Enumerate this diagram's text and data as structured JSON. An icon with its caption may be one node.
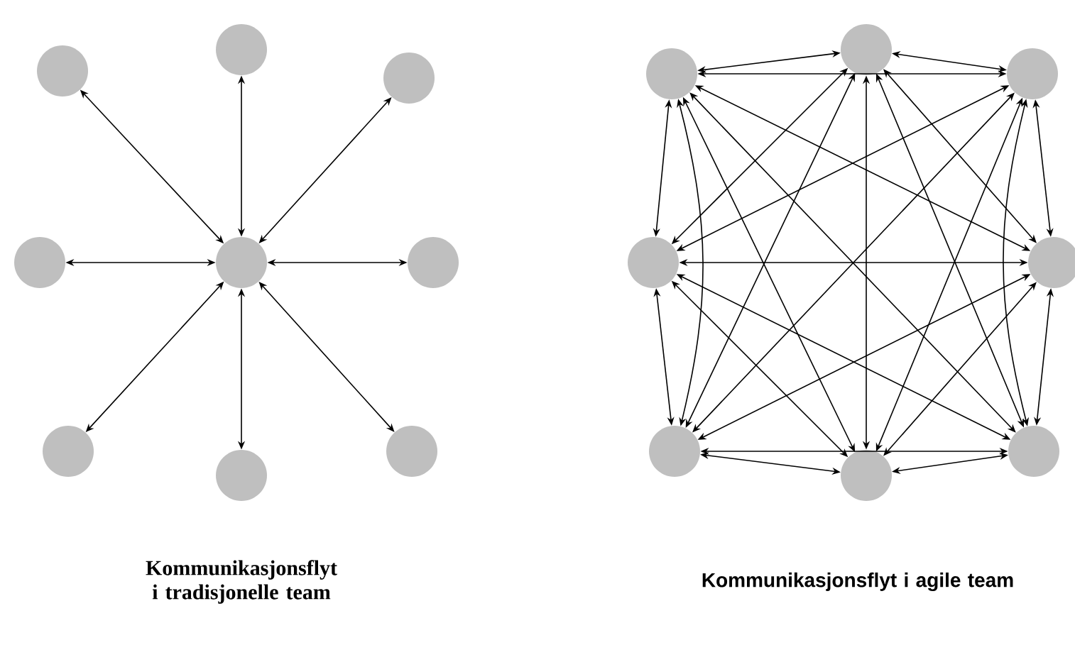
{
  "diagram": {
    "nodes": [
      {
        "text": [],
        "shape": "circle"
      },
      {
        "text": [],
        "shape": "circle"
      },
      {
        "text": [],
        "shape": "circle"
      },
      {
        "text": [],
        "shape": "circle"
      },
      {
        "text": [],
        "shape": "circle"
      },
      {
        "text": [],
        "shape": "circle"
      },
      {
        "text": [],
        "shape": "circle"
      },
      {
        "text": [],
        "shape": "circle"
      },
      {
        "text": [],
        "shape": "circle"
      },
      {
        "text": [],
        "shape": "circle"
      },
      {
        "text": [],
        "shape": "circle"
      },
      {
        "text": [],
        "shape": "circle"
      },
      {
        "text": [],
        "shape": "circle"
      },
      {
        "text": [],
        "shape": "circle"
      },
      {
        "text": [],
        "shape": "circle"
      },
      {
        "text": [],
        "shape": "circle"
      },
      {
        "text": [],
        "shape": "circle"
      }
    ],
    "edges": [
      {
        "from": 4,
        "to": 0,
        "arrow": "both"
      },
      {
        "from": 4,
        "to": 1,
        "arrow": "both"
      },
      {
        "from": 4,
        "to": 2,
        "arrow": "both"
      },
      {
        "from": 4,
        "to": 3,
        "arrow": "both"
      },
      {
        "from": 4,
        "to": 5,
        "arrow": "both"
      },
      {
        "from": 4,
        "to": 6,
        "arrow": "both"
      },
      {
        "from": 4,
        "to": 7,
        "arrow": "both"
      },
      {
        "from": 4,
        "to": 8,
        "arrow": "both"
      },
      {
        "from": 9,
        "to": 10,
        "arrow": "both"
      },
      {
        "from": 9,
        "to": 11,
        "arrow": "both"
      },
      {
        "from": 9,
        "to": 12,
        "arrow": "both"
      },
      {
        "from": 9,
        "to": 13,
        "arrow": "both"
      },
      {
        "from": 9,
        "to": 14,
        "arrow": "both"
      },
      {
        "from": 9,
        "to": 15,
        "arrow": "both"
      },
      {
        "from": 9,
        "to": 16,
        "arrow": "both"
      },
      {
        "from": 10,
        "to": 11,
        "arrow": "both"
      },
      {
        "from": 10,
        "to": 12,
        "arrow": "both"
      },
      {
        "from": 10,
        "to": 13,
        "arrow": "both"
      },
      {
        "from": 10,
        "to": 14,
        "arrow": "both"
      },
      {
        "from": 10,
        "to": 15,
        "arrow": "both"
      },
      {
        "from": 10,
        "to": 16,
        "arrow": "both"
      },
      {
        "from": 11,
        "to": 12,
        "arrow": "both"
      },
      {
        "from": 11,
        "to": 13,
        "arrow": "both"
      },
      {
        "from": 11,
        "to": 14,
        "arrow": "both"
      },
      {
        "from": 11,
        "to": 15,
        "arrow": "both"
      },
      {
        "from": 11,
        "to": 16,
        "arrow": "both"
      },
      {
        "from": 12,
        "to": 13,
        "arrow": "both"
      },
      {
        "from": 12,
        "to": 14,
        "arrow": "both"
      },
      {
        "from": 12,
        "to": 15,
        "arrow": "both"
      },
      {
        "from": 12,
        "to": 16,
        "arrow": "both"
      },
      {
        "from": 13,
        "to": 14,
        "arrow": "both"
      },
      {
        "from": 13,
        "to": 15,
        "arrow": "both"
      },
      {
        "from": 13,
        "to": 16,
        "arrow": "both"
      },
      {
        "from": 14,
        "to": 15,
        "arrow": "both"
      },
      {
        "from": 14,
        "to": 16,
        "arrow": "both"
      },
      {
        "from": 15,
        "to": 16,
        "arrow": "both"
      }
    ],
    "labels": [
      "Kommunikasjonsflyt i tradisjonelle team",
      "Kommunikasjonsflyt i agile team"
    ]
  }
}
